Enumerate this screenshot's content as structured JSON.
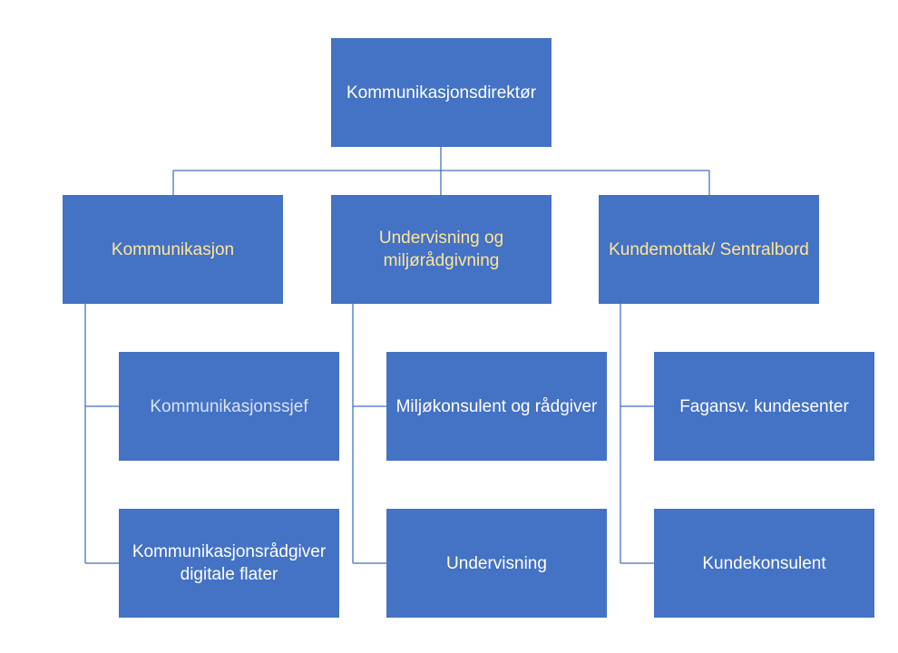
{
  "colors": {
    "box_fill": "#4472c4",
    "connector": "#4472c4",
    "text_white": "#ffffff",
    "text_yellow": "#ffe699",
    "text_lightblue": "#dae3f3"
  },
  "director": {
    "label": "Kommunikasjonsdirektør"
  },
  "departments": [
    {
      "label": "Kommunikasjon",
      "roles": [
        "Kommunikasjonssjef",
        "Kommunikasjonsrådgiver digitale flater"
      ]
    },
    {
      "label": "Undervisning og miljørådgivning",
      "roles": [
        "Miljøkonsulent og rådgiver",
        "Undervisning"
      ]
    },
    {
      "label": "Kundemottak/ Sentralbord",
      "roles": [
        "Fagansv. kundesenter",
        "Kundekonsulent"
      ]
    }
  ]
}
